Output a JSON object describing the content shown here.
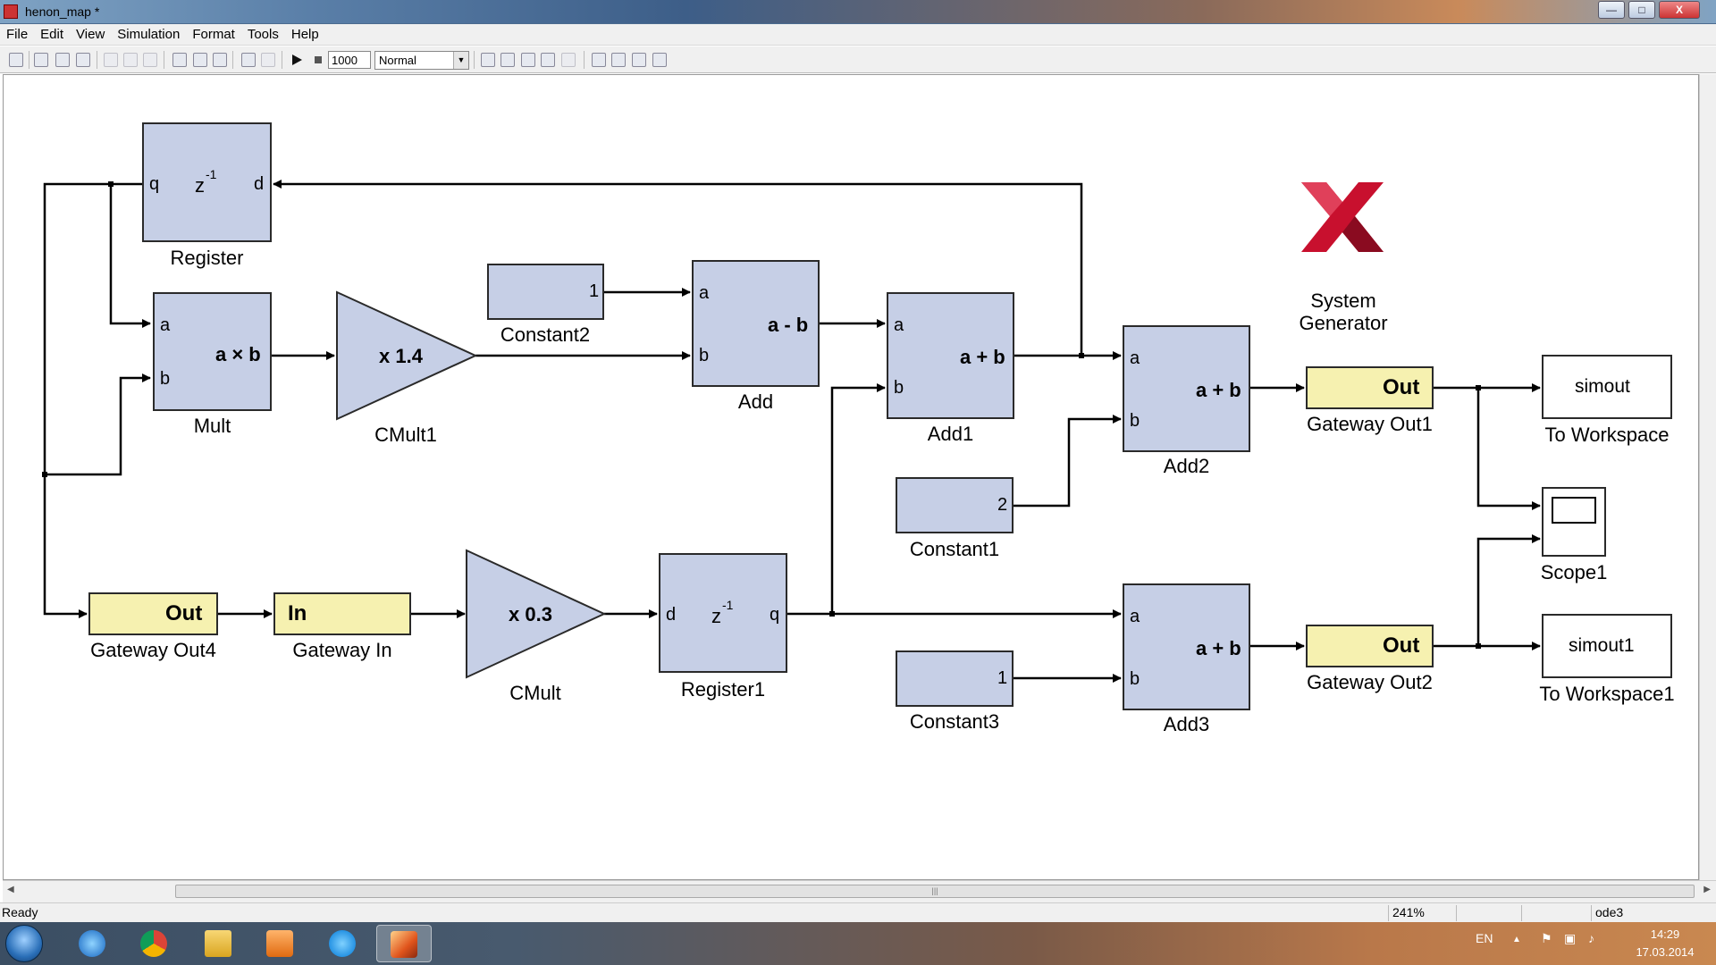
{
  "window": {
    "title": "henon_map *",
    "min_symbol": "—",
    "max_symbol": "□",
    "close_symbol": "X"
  },
  "menu": [
    "File",
    "Edit",
    "View",
    "Simulation",
    "Format",
    "Tools",
    "Help"
  ],
  "toolbar": {
    "stop_time": "1000",
    "sim_mode": "Normal",
    "icons": [
      "new-icon",
      "open-icon",
      "save-icon",
      "print-icon",
      "cut-icon",
      "copy-icon",
      "paste-icon",
      "back-icon",
      "forward-icon",
      "up-icon",
      "undo-icon",
      "redo-icon",
      "play-icon",
      "stop-icon",
      "build-icon",
      "update-icon",
      "model-explorer-icon",
      "library-browser-icon",
      "debugger-icon",
      "toggle-icon",
      "block-browser-icon",
      "profiler-icon",
      "help-icon"
    ]
  },
  "blocks": {
    "register": {
      "label": "Register",
      "port_in": "d",
      "port_out": "q",
      "op": "z",
      "sup": "-1"
    },
    "mult": {
      "label": "Mult",
      "port_a": "a",
      "port_b": "b",
      "op": "a × b"
    },
    "cmult1": {
      "label": "CMult1",
      "op": "x 1.4"
    },
    "constant2": {
      "label": "Constant2",
      "value": "1"
    },
    "add": {
      "label": "Add",
      "port_a": "a",
      "port_b": "b",
      "op": "a - b"
    },
    "add1": {
      "label": "Add1",
      "port_a": "a",
      "port_b": "b",
      "op": "a + b"
    },
    "add2": {
      "label": "Add2",
      "port_a": "a",
      "port_b": "b",
      "op": "a + b"
    },
    "constant1": {
      "label": "Constant1",
      "value": "2"
    },
    "gateway_out1": {
      "label": "Gateway Out1",
      "op": "Out"
    },
    "to_workspace": {
      "label": "To Workspace",
      "var": "simout"
    },
    "scope1": {
      "label": "Scope1"
    },
    "gateway_out4": {
      "label": "Gateway Out4",
      "op": "Out"
    },
    "gateway_in": {
      "label": "Gateway In",
      "op": "In"
    },
    "cmult": {
      "label": "CMult",
      "op": "x 0.3"
    },
    "register1": {
      "label": "Register1",
      "port_in": "d",
      "port_out": "q",
      "op": "z",
      "sup": "-1"
    },
    "add3": {
      "label": "Add3",
      "port_a": "a",
      "port_b": "b",
      "op": "a + b"
    },
    "constant3": {
      "label": "Constant3",
      "value": "1"
    },
    "gateway_out2": {
      "label": "Gateway Out2",
      "op": "Out"
    },
    "to_workspace1": {
      "label": "To Workspace1",
      "var": "simout1"
    },
    "system_generator": {
      "line1": "System",
      "line2": "Generator"
    }
  },
  "status": {
    "state": "Ready",
    "zoom": "241%",
    "solver": "ode3"
  },
  "tray": {
    "lang": "EN",
    "time": "14:29",
    "date": "17.03.2014"
  },
  "colors": {
    "block_fill": "#c6cfe6",
    "gateway_fill": "#f6f1b0",
    "xilinx_red": "#c8102e"
  }
}
